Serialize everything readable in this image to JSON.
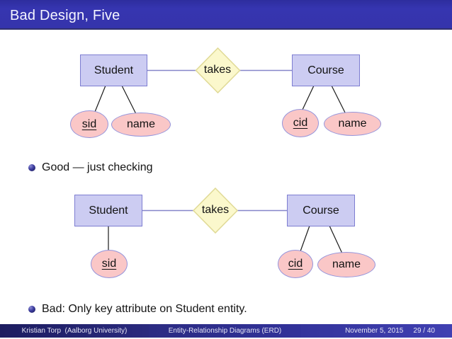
{
  "header": {
    "title": "Bad Design, Five"
  },
  "diagram1": {
    "entity_left": "Student",
    "entity_right": "Course",
    "relationship": "takes",
    "attr_sid": "sid",
    "attr_name_left": "name",
    "attr_cid": "cid",
    "attr_name_right": "name"
  },
  "bullets": [
    {
      "text": "Good — just checking"
    },
    {
      "text": "Bad: Only key attribute on Student entity."
    }
  ],
  "diagram2": {
    "entity_left": "Student",
    "entity_right": "Course",
    "relationship": "takes",
    "attr_sid": "sid",
    "attr_cid": "cid",
    "attr_name_right": "name"
  },
  "footer": {
    "author": "Kristian Torp  (Aalborg University)",
    "venue": "Entity-Relationship Diagrams (ERD)",
    "date": "November 5, 2015",
    "page": "29 / 40"
  },
  "colors": {
    "header_bg": "#3534ab",
    "entity_fill": "#ccccf2",
    "entity_border": "#7d7dd1",
    "relationship_fill": "#fbf8cc",
    "relationship_border": "#e0da96",
    "attribute_fill": "#fac7c7",
    "attribute_border": "#9595dc",
    "connector_line": "#8585c9",
    "attribute_line": "#1a1a1a",
    "footer_left_bg": "#22226e",
    "footer_mid_bg": "#2e2e8e",
    "footer_right_bg": "#3a3aa8",
    "bullet_sphere": "#2a2a80"
  }
}
